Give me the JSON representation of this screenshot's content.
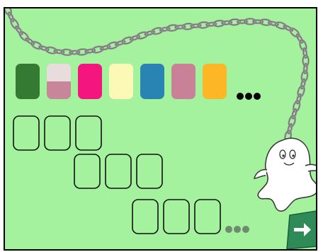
{
  "board": {
    "background_color": "#a4f29e",
    "border_color": "#000000"
  },
  "pattern_row": {
    "tiles": [
      {
        "color": "#357a33",
        "color_bottom": null
      },
      {
        "color": "#e8dcdc",
        "color_bottom": "#c8869a"
      },
      {
        "color": "#f4157e",
        "color_bottom": null
      },
      {
        "color": "#fcf8b6",
        "color_bottom": null
      },
      {
        "color": "#2a84b3",
        "color_bottom": null
      },
      {
        "color": "#c88196",
        "color_bottom": null
      },
      {
        "color": "#fcb626",
        "color_bottom": null
      }
    ],
    "continuation_dots_color": "#000000"
  },
  "answer_rows": {
    "slot_border_color": "#111111",
    "rows": [
      {
        "slots": 3,
        "show_dots": false
      },
      {
        "slots": 3,
        "show_dots": false
      },
      {
        "slots": 3,
        "show_dots": true
      }
    ],
    "continuation_dots_color": "#6f8a6f"
  },
  "chain": {
    "color": "#9a9a9a",
    "outline_color": "#555555"
  },
  "ghost": {
    "icon": "ghost-icon",
    "color": "#ffffff"
  },
  "next_button": {
    "icon": "arrow-right-icon",
    "color": "#2e8b57"
  }
}
